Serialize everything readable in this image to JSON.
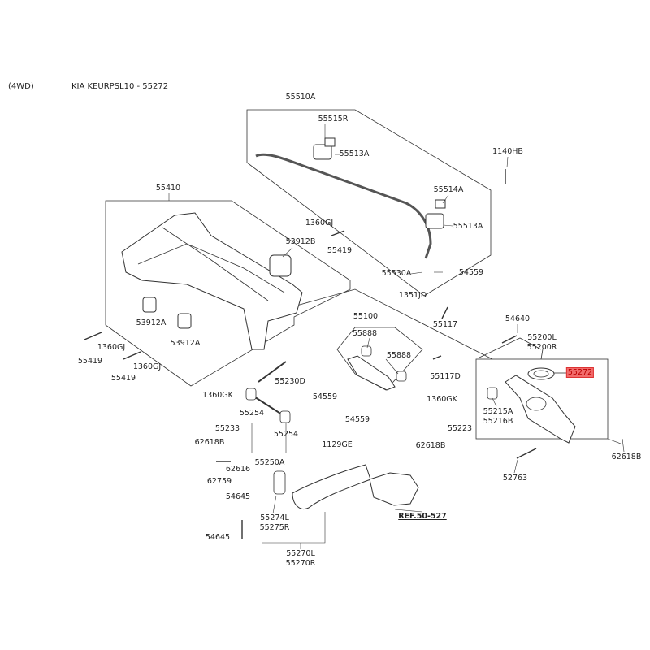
{
  "header": {
    "variant": "(4WD)",
    "title": "KIA KEURPSL10 - 55272"
  },
  "labels": {
    "l55510A": "55510A",
    "l55515R": "55515R",
    "l55513A_1": "55513A",
    "l1140HB": "1140HB",
    "l55514A": "55514A",
    "l55513A_2": "55513A",
    "l55410": "55410",
    "l1360GJ_1": "1360GJ",
    "l53912B": "53912B",
    "l55419_1": "55419",
    "l55530A": "55530A",
    "l54559_1": "54559",
    "l1351JD": "1351JD",
    "l55100": "55100",
    "l55117": "55117",
    "l54640": "54640",
    "l55888_1": "55888",
    "l55200L": "55200L",
    "l55200R": "55200R",
    "l53912A_1": "53912A",
    "l55888_2": "55888",
    "l55272": "55272",
    "l55419_2": "55419",
    "l1360GJ_2": "1360GJ",
    "l53912A_2": "53912A",
    "l1360GJ_3": "1360GJ",
    "l55419_3": "55419",
    "l55117D": "55117D",
    "l55230D": "55230D",
    "l54559_2": "54559",
    "l1360GK_1": "1360GK",
    "l1360GK_2": "1360GK",
    "l55215A": "55215A",
    "l55216B": "55216B",
    "l55233": "55233",
    "l55254_1": "55254",
    "l55254_2": "55254",
    "l54559_3": "54559",
    "l62618B_1": "62618B",
    "l62618B_2": "62618B",
    "l55223": "55223",
    "l62618B_3": "62618B",
    "l1129GE": "1129GE",
    "l62616": "62616",
    "l55250A": "55250A",
    "l62759": "62759",
    "l52763": "52763",
    "l54645_1": "54645",
    "l55274L": "55274L",
    "l55275R": "55275R",
    "ref": "REF.50-527",
    "l54645_2": "54645",
    "l55270L": "55270L",
    "l55270R": "55270R"
  },
  "colors": {
    "highlight": "#f26b6b",
    "line": "#333333"
  }
}
